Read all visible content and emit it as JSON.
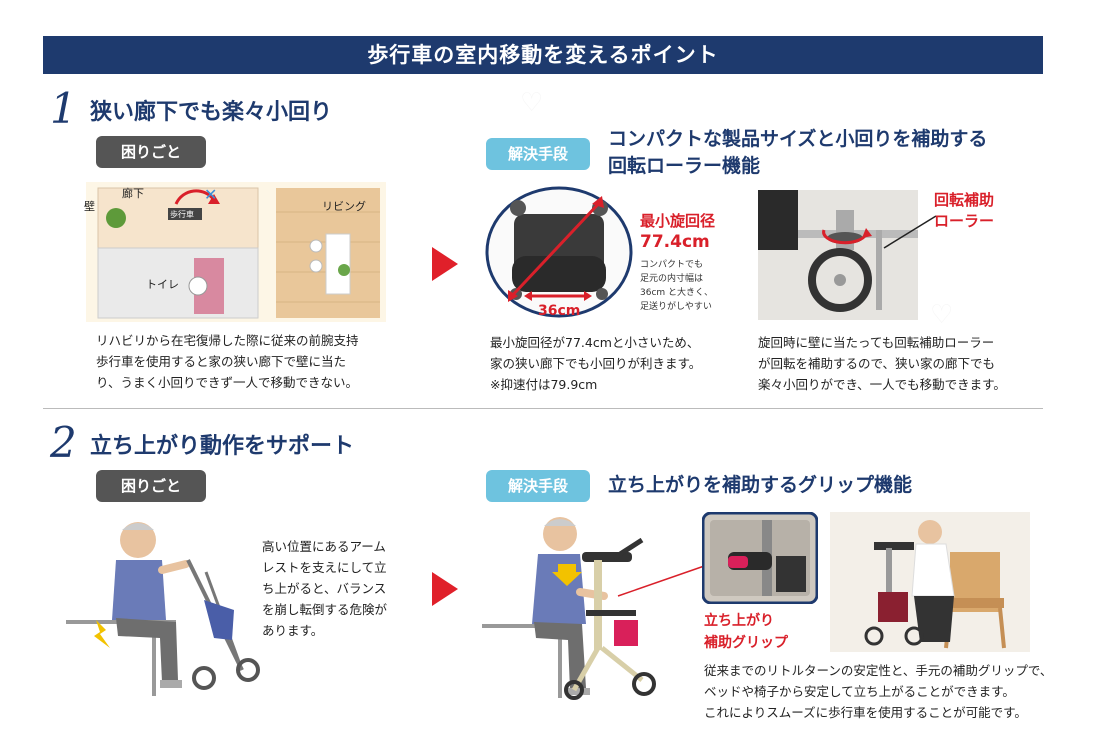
{
  "banner": "歩行車の室内移動を変えるポイント",
  "sections": [
    {
      "number": "1",
      "title": "狭い廊下でも楽々小回り",
      "problem_label": "困りごと",
      "problem_text_lines": [
        "リハビリから在宅復帰した際に従来の前腕支持",
        "歩行車を使用すると家の狭い廊下で壁に当た",
        "り、うまく小回りできず一人で移動できない。"
      ],
      "floorplan": {
        "wall": "壁",
        "hallway": "廊下",
        "living": "リビング",
        "toilet": "トイレ",
        "walker": "歩行車"
      },
      "solution_label": "解決手段",
      "solution_title_lines": [
        "コンパクトな製品サイズと小回りを補助する",
        "回転ローラー機能"
      ],
      "radius_label": "最小旋回径",
      "radius_value": "77.4cm",
      "compact_note_lines": [
        "コンパクトでも",
        "足元の内寸幅は",
        "36cm と大きく、",
        "足送りがしやすい"
      ],
      "width_label": "36cm",
      "radius_text_lines": [
        "最小旋回径が77.4cmと小さいため、",
        "家の狭い廊下でも小回りが利きます。",
        "※抑速付は79.9cm"
      ],
      "roller_label_lines": [
        "回転補助",
        "ローラー"
      ],
      "roller_text_lines": [
        "旋回時に壁に当たっても回転補助ローラー",
        "が回転を補助するので、狭い家の廊下でも",
        "楽々小回りができ、一人でも移動できます。"
      ]
    },
    {
      "number": "2",
      "title": "立ち上がり動作をサポート",
      "problem_label": "困りごと",
      "problem_text_lines": [
        "高い位置にあるアーム",
        "レストを支えにして立",
        "ち上がると、バランス",
        "を崩し転倒する危険が",
        "あります。"
      ],
      "solution_label": "解決手段",
      "solution_title": "立ち上がりを補助するグリップ機能",
      "grip_label_lines": [
        "立ち上がり",
        "補助グリップ"
      ],
      "grip_text_lines": [
        "従来までのリトルターンの安定性と、手元の補助グリップで、",
        "ベッドや椅子から安定して立ち上がることができます。",
        "これによりスムーズに歩行車を使用することが可能です。"
      ]
    }
  ],
  "colors": {
    "navy": "#1e3a6e",
    "accent_red": "#e0202a",
    "pill_blue": "#6ec3df",
    "pill_dark": "#555555"
  }
}
